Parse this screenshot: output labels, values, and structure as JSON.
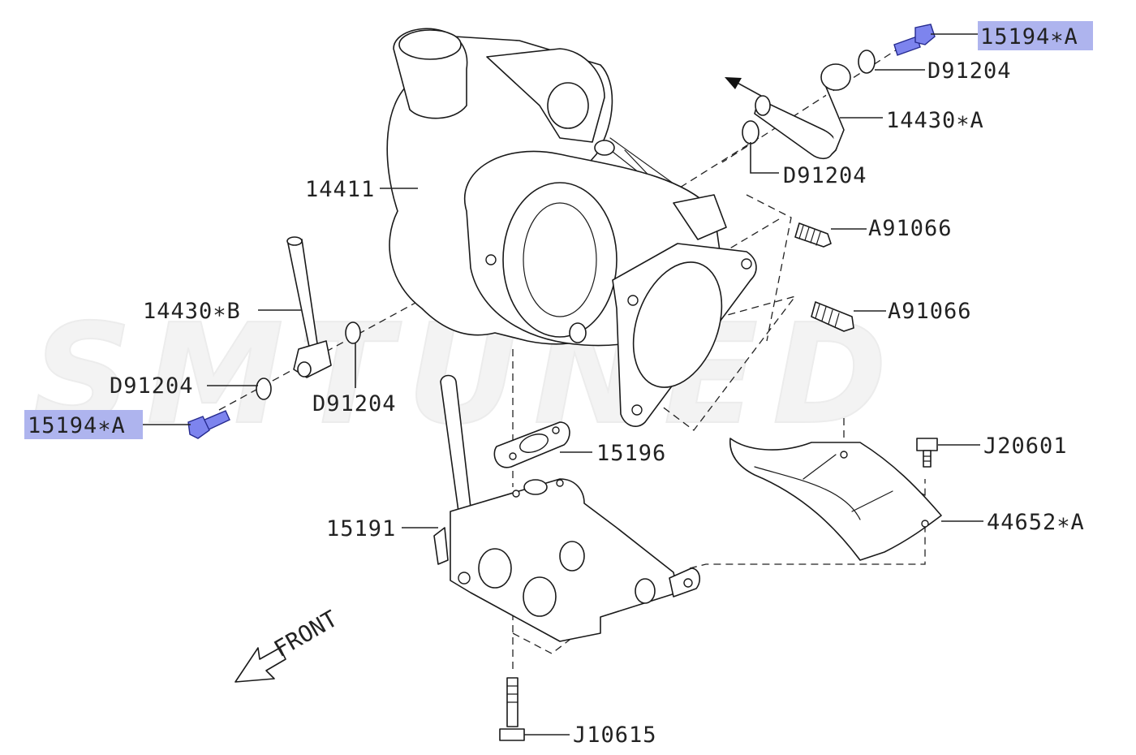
{
  "diagram": {
    "watermark": "SMTUNED",
    "front_label": "FRONT",
    "highlight_color": "#aeb4ee",
    "highlight_part_color": "#7d84ee",
    "labels": {
      "bolt_top": "15194∗A",
      "washer_top": "D91204",
      "pipe_a": "14430∗A",
      "washer_mid": "D91204",
      "stud_upper": "A91066",
      "stud_lower": "A91066",
      "turbo": "14411",
      "pipe_b": "14430∗B",
      "washer_left": "D91204",
      "washer_center": "D91204",
      "bolt_left": "15194∗A",
      "gasket": "15196",
      "bolt_j20601": "J20601",
      "heat_shield": "44652∗A",
      "pipe_manifold": "15191",
      "bolt_j10615": "J10615"
    }
  }
}
